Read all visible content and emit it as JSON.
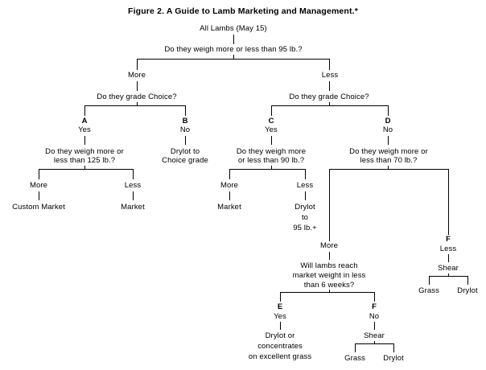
{
  "figure": {
    "title": "Figure 2. A Guide to Lamb Marketing and Management.*",
    "type": "decision-tree-flowchart",
    "root": "All Lambs (May 15)"
  },
  "nodes": {
    "root": "All Lambs (May 15)",
    "q_95": "Do they weigh more or less than 95 lb.?",
    "branch_more_95": "More",
    "branch_less_95": "Less",
    "q_choice_left": "Do they grade Choice?",
    "q_choice_right": "Do they grade Choice?",
    "letter_a": "A",
    "label_a": "Yes",
    "letter_b": "B",
    "label_b": "No",
    "letter_c": "C",
    "label_c": "Yes",
    "letter_d": "D",
    "label_d": "No",
    "q_125_line1": "Do they weigh more or",
    "q_125_line2": "less than 125 lb.?",
    "b_outcome_line1": "Drylot to",
    "b_outcome_line2": "Choice grade",
    "q_90_line1": "Do they weigh more",
    "q_90_line2": "or less than 90 lb.?",
    "q_70_line1": "Do they weigh more or",
    "q_70_line2": "less than 70 lb.?",
    "more_125": "More",
    "less_125": "Less",
    "custom_market": "Custom Market",
    "market_125": "Market",
    "more_90": "More",
    "less_90": "Less",
    "market_90": "Market",
    "drylot_95_line1": "Drylot",
    "drylot_95_line2": "to",
    "drylot_95_line3": "95 lb.+",
    "more_70": "More",
    "q_weeks_line1": "Will lambs reach",
    "q_weeks_line2": "market weight in less",
    "q_weeks_line3": "than 6 weeks?",
    "letter_e": "E",
    "label_e": "Yes",
    "letter_f_bottom": "F",
    "label_f_bottom": "No",
    "e_outcome_line1": "Drylot or",
    "e_outcome_line2": "concentrates",
    "e_outcome_line3": "on excellent grass",
    "shear_bottom": "Shear",
    "grass_bottom": "Grass",
    "drylot_bottom": "Drylot",
    "letter_f_right": "F",
    "label_f_right": "Less",
    "shear_right": "Shear",
    "grass_right": "Grass",
    "drylot_right": "Drylot"
  },
  "colors": {
    "line": "#000000",
    "text": "#000000",
    "background": "#ffffff"
  }
}
